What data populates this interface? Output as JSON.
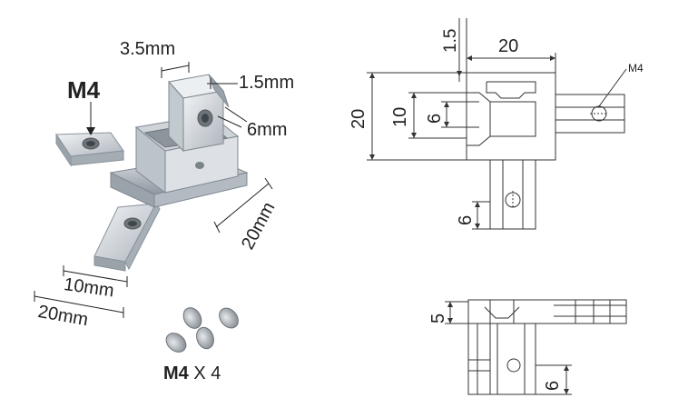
{
  "photo": {
    "dims": {
      "d_3_5": "3.5mm",
      "d_1_5": "1.5mm",
      "d_6": "6mm",
      "d_20_side": "20mm",
      "d_10": "10mm",
      "d_20_bottom": "20mm"
    },
    "thread_label": "M4",
    "screws_label_bold": "M4",
    "screws_label_rest": " X 4"
  },
  "drawing": {
    "top_view": {
      "d_1_5": "1.5",
      "d_20_top": "20",
      "d_20_left": "20",
      "d_10": "10",
      "d_6_inner": "6",
      "d_6_bottom": "6",
      "thread_label": "M4"
    },
    "front_view": {
      "d_5": "5",
      "d_6": "6"
    }
  },
  "colors": {
    "line": "#333333",
    "metal_light": "#e4e8ec",
    "metal_mid": "#b9c0c8",
    "metal_dark": "#7f8891"
  }
}
